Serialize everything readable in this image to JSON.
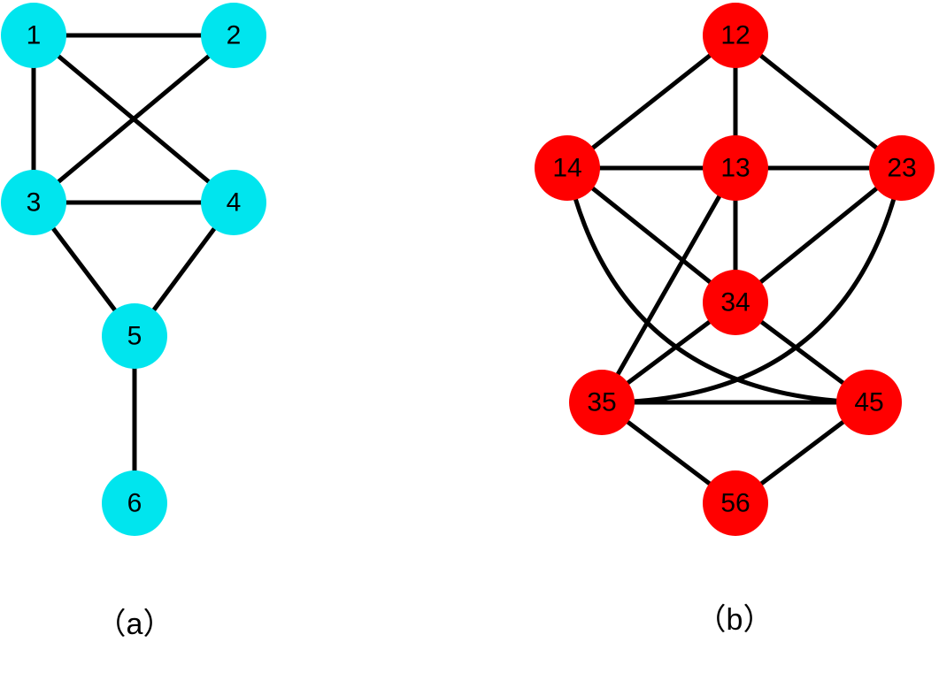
{
  "graphs": [
    {
      "id": "a",
      "caption": "（a）",
      "node_color": "#00E5EE",
      "nodes": [
        "1",
        "2",
        "3",
        "4",
        "5",
        "6"
      ],
      "edges": [
        [
          "1",
          "2"
        ],
        [
          "1",
          "3"
        ],
        [
          "1",
          "4"
        ],
        [
          "2",
          "3"
        ],
        [
          "3",
          "4"
        ],
        [
          "3",
          "5"
        ],
        [
          "4",
          "5"
        ],
        [
          "5",
          "6"
        ]
      ]
    },
    {
      "id": "b",
      "caption": "（b）",
      "node_color": "#FF0000",
      "nodes": [
        "12",
        "14",
        "13",
        "23",
        "34",
        "35",
        "45",
        "56"
      ],
      "edges": [
        [
          "12",
          "14"
        ],
        [
          "12",
          "13"
        ],
        [
          "12",
          "23"
        ],
        [
          "14",
          "13"
        ],
        [
          "13",
          "23"
        ],
        [
          "13",
          "34"
        ],
        [
          "13",
          "35"
        ],
        [
          "14",
          "34"
        ],
        [
          "14",
          "45"
        ],
        [
          "23",
          "34"
        ],
        [
          "23",
          "35"
        ],
        [
          "34",
          "35"
        ],
        [
          "34",
          "45"
        ],
        [
          "35",
          "45"
        ],
        [
          "35",
          "56"
        ],
        [
          "45",
          "56"
        ]
      ]
    }
  ]
}
